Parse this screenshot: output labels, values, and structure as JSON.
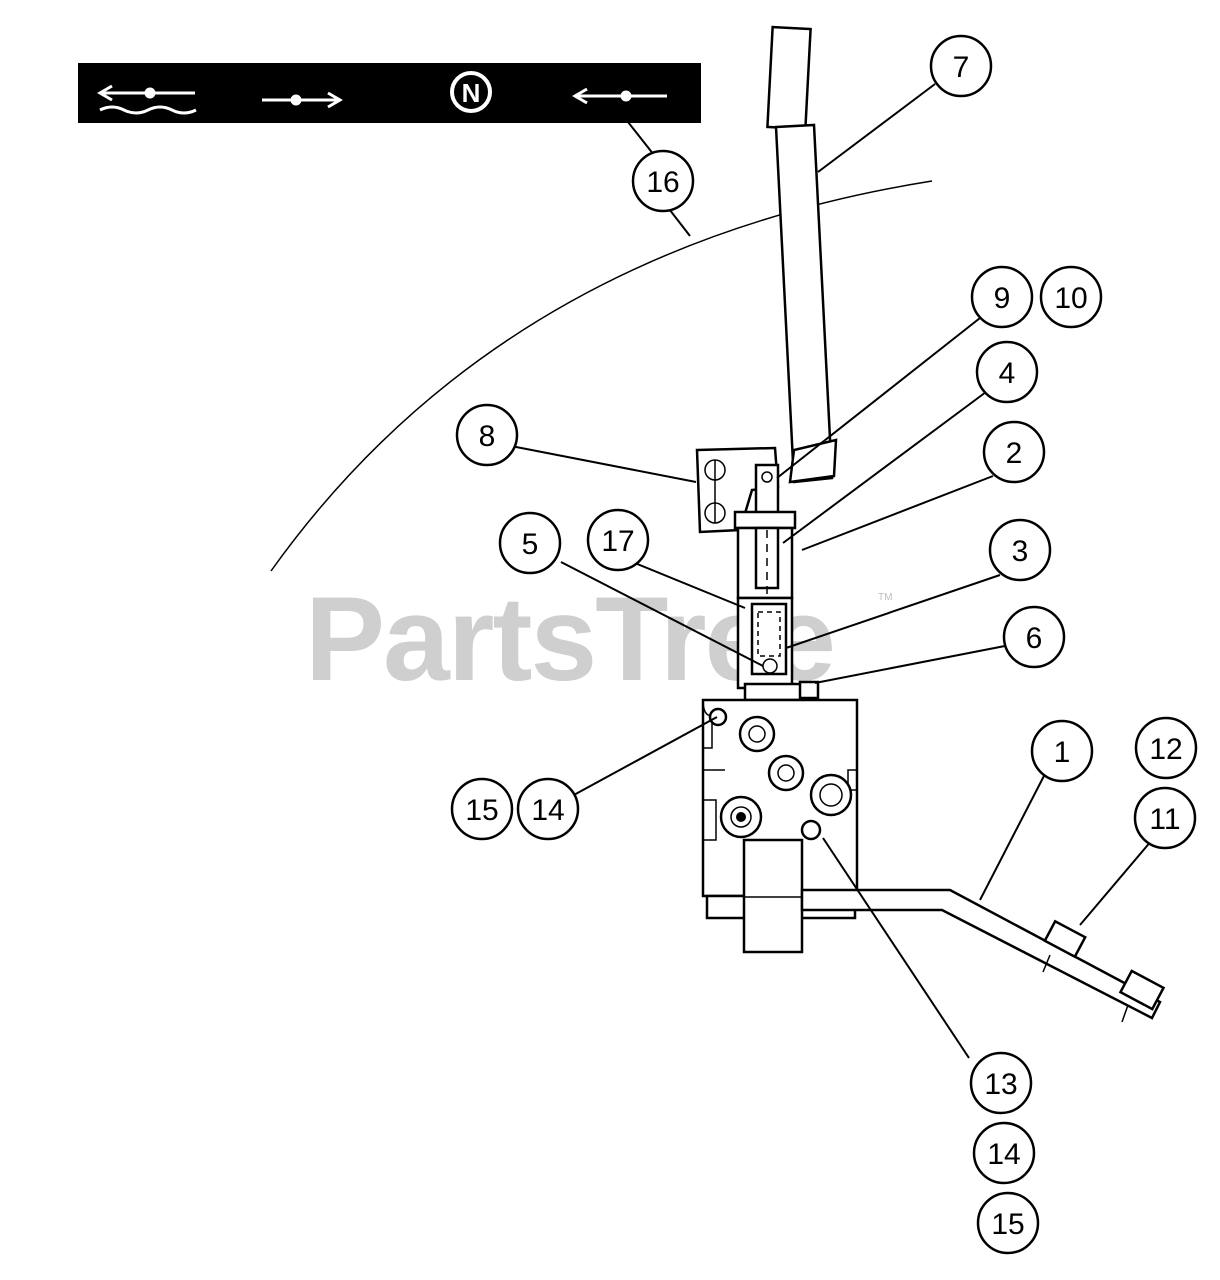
{
  "watermark": {
    "text": "PartsTree",
    "trademark": "TM"
  },
  "decal": {
    "symbols": [
      "float-icon",
      "lower-icon",
      "neutral-icon",
      "raise-icon"
    ],
    "neutral_letter": "N"
  },
  "callouts": [
    {
      "id": "c7",
      "label": "7"
    },
    {
      "id": "c16",
      "label": "16"
    },
    {
      "id": "c9",
      "label": "9"
    },
    {
      "id": "c10",
      "label": "10"
    },
    {
      "id": "c4",
      "label": "4"
    },
    {
      "id": "c8",
      "label": "8"
    },
    {
      "id": "c2",
      "label": "2"
    },
    {
      "id": "c5",
      "label": "5"
    },
    {
      "id": "c17",
      "label": "17"
    },
    {
      "id": "c3",
      "label": "3"
    },
    {
      "id": "c6",
      "label": "6"
    },
    {
      "id": "c1",
      "label": "1"
    },
    {
      "id": "c12",
      "label": "12"
    },
    {
      "id": "c11",
      "label": "11"
    },
    {
      "id": "c15a",
      "label": "15"
    },
    {
      "id": "c14a",
      "label": "14"
    },
    {
      "id": "c13",
      "label": "13"
    },
    {
      "id": "c14b",
      "label": "14"
    },
    {
      "id": "c15b",
      "label": "15"
    }
  ],
  "colors": {
    "ink": "#000000",
    "watermark": "#cfcfcf",
    "decal_bg": "#000000",
    "decal_fg": "#ffffff"
  }
}
